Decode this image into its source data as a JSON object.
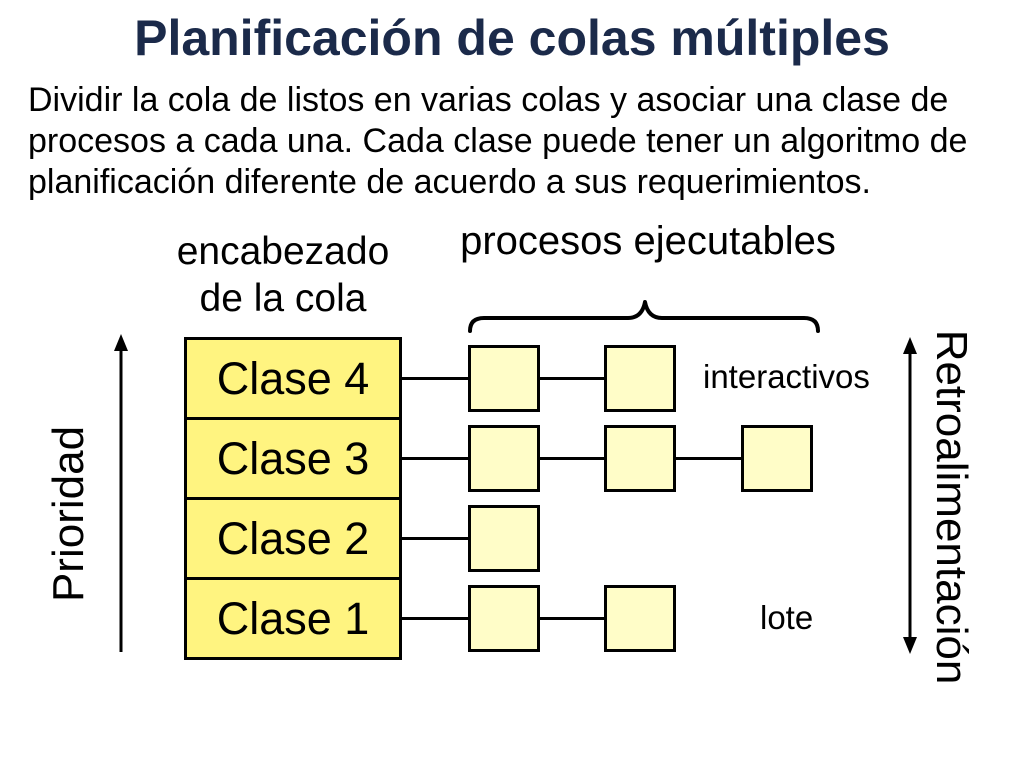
{
  "title": "Planificación de colas múltiples",
  "description": "Dividir la cola de listos en varias colas y asociar una clase de procesos a cada una. Cada clase puede tener un algoritmo de planificación diferente de acuerdo a sus requerimientos.",
  "labels": {
    "queue_header": [
      "encabezado",
      "de la cola"
    ],
    "runnable_processes": "procesos ejecutables",
    "priority": "Prioridad",
    "feedback": "Retroalimentación",
    "interactive": "interactivos",
    "batch": "lote"
  },
  "queues": [
    {
      "label": "Clase 4"
    },
    {
      "label": "Clase 3"
    },
    {
      "label": "Clase 2"
    },
    {
      "label": "Clase 1"
    }
  ],
  "colors": {
    "title": "#1b2a4a",
    "queue_fill": "#fff480",
    "process_fill": "#fffdc8",
    "stroke": "#000000",
    "text": "#000000"
  }
}
